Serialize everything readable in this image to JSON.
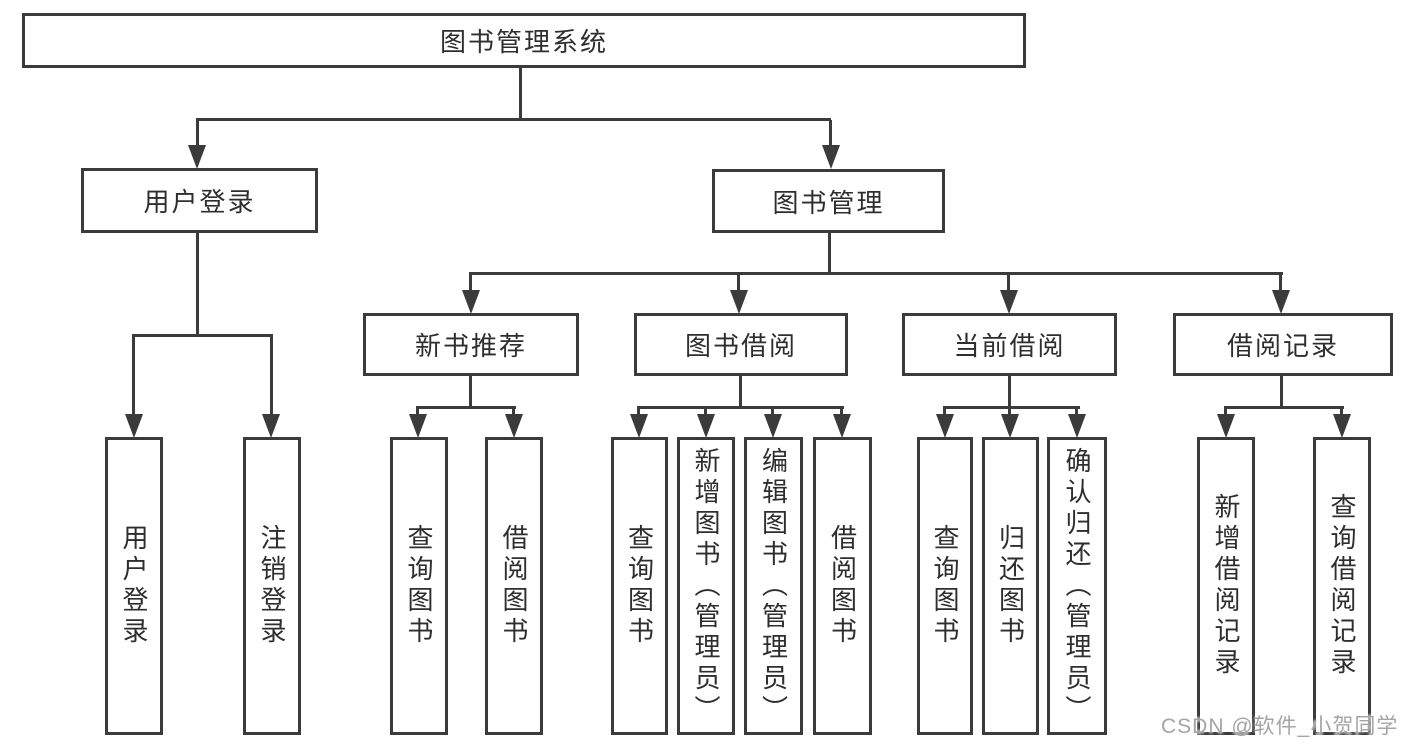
{
  "tree": {
    "root": "图书管理系统",
    "user_login": {
      "label": "用户登录",
      "children": [
        "用户登录",
        "注销登录"
      ]
    },
    "book_mgmt": {
      "label": "图书管理",
      "sections": {
        "new_book": {
          "label": "新书推荐",
          "children": [
            "查询图书",
            "借阅图书"
          ]
        },
        "book_borrow": {
          "label": "图书借阅",
          "children": [
            "查询图书",
            "新增图书（管理员）",
            "编辑图书（管理员）",
            "借阅图书"
          ]
        },
        "current_borrow": {
          "label": "当前借阅",
          "children": [
            "查询图书",
            "归还图书",
            "确认归还（管理员）"
          ]
        },
        "borrow_record": {
          "label": "借阅记录",
          "children": [
            "新增借阅记录",
            "查询借阅记录"
          ]
        }
      }
    }
  },
  "watermark": "CSDN @软件_小贺同学",
  "colors": {
    "line": "#3b3b3b",
    "text": "#2e2e2e",
    "box_background": "#ffffff",
    "watermark": "#a5a5a5",
    "background": "#ffffff"
  }
}
